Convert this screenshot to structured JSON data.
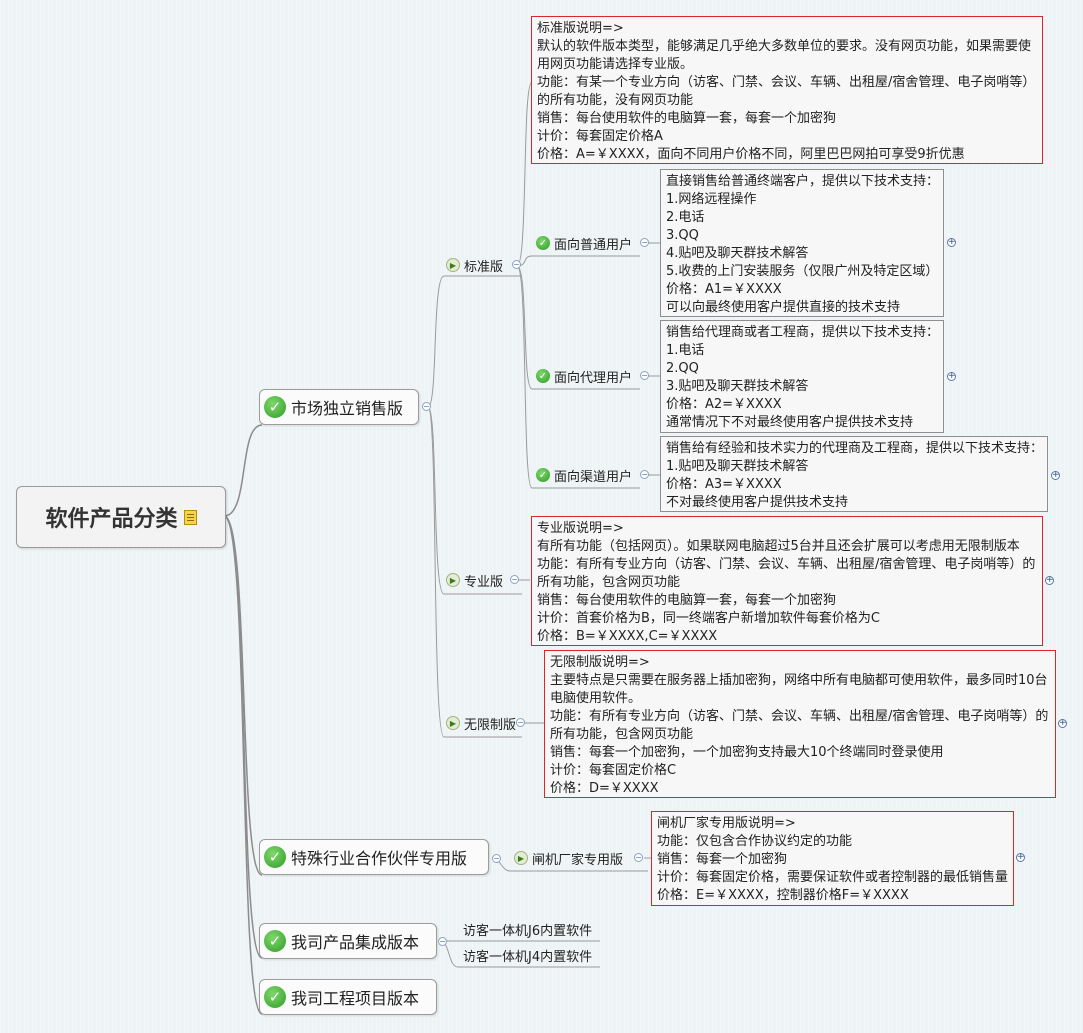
{
  "root": {
    "label": "软件产品分类",
    "icon": "note-icon"
  },
  "branches": [
    {
      "label": "市场独立销售版"
    },
    {
      "label": "特殊行业合作伙伴专用版"
    },
    {
      "label": "我司产品集成版本"
    },
    {
      "label": "我司工程项目版本"
    }
  ],
  "market": {
    "standard": {
      "label": "标准版",
      "note": [
        "标准版说明=>",
        "默认的软件版本类型，能够满足几乎绝大多数单位的要求。没有网页功能，如果需要使",
        "用网页功能请选择专业版。",
        "功能：有某一个专业方向（访客、门禁、会议、车辆、出租屋/宿舍管理、电子岗哨等）",
        "的所有功能，没有网页功能",
        "销售：每台使用软件的电脑算一套，每套一个加密狗",
        "计价：每套固定价格A",
        "价格：A=￥XXXX，面向不同用户价格不同，阿里巴巴网拍可享受9折优惠"
      ],
      "children": [
        {
          "label": "面向普通用户",
          "lines": [
            "直接销售给普通终端客户，提供以下技术支持：",
            "1.网络远程操作",
            "2.电话",
            "3.QQ",
            "4.贴吧及聊天群技术解答",
            "5.收费的上门安装服务（仅限广州及特定区域）",
            "价格：A1=￥XXXX",
            "可以向最终使用客户提供直接的技术支持"
          ]
        },
        {
          "label": "面向代理用户",
          "lines": [
            "销售给代理商或者工程商，提供以下技术支持：",
            "1.电话",
            "2.QQ",
            "3.贴吧及聊天群技术解答",
            "价格：A2=￥XXXX",
            "通常情况下不对最终使用客户提供技术支持"
          ]
        },
        {
          "label": "面向渠道用户",
          "lines": [
            "销售给有经验和技术实力的代理商及工程商，提供以下技术支持：",
            "1.贴吧及聊天群技术解答",
            "价格：A3=￥XXXX",
            "不对最终使用客户提供技术支持"
          ]
        }
      ]
    },
    "pro": {
      "label": "专业版",
      "note": [
        "专业版说明=>",
        "有所有功能（包括网页）。如果联网电脑超过5台并且还会扩展可以考虑用无限制版本",
        "功能：有所有专业方向（访客、门禁、会议、车辆、出租屋/宿舍管理、电子岗哨等）的",
        "所有功能，包含网页功能",
        "销售：每台使用软件的电脑算一套，每套一个加密狗",
        "计价：首套价格为B，同一终端客户新增加软件每套价格为C",
        "价格：B=￥XXXX,C=￥XXXX"
      ]
    },
    "unlimited": {
      "label": "无限制版",
      "note": [
        "无限制版说明=>",
        "主要特点是只需要在服务器上插加密狗，网络中所有电脑都可使用软件，最多同时10台",
        "电脑使用软件。",
        "功能：有所有专业方向（访客、门禁、会议、车辆、出租屋/宿舍管理、电子岗哨等）的",
        "所有功能，包含网页功能",
        "销售：每套一个加密狗，一个加密狗支持最大10个终端同时登录使用",
        "计价：每套固定价格C",
        "价格：D=￥XXXX"
      ]
    }
  },
  "partner": {
    "label": "闸机厂家专用版",
    "note": [
      "闸机厂家专用版说明=>",
      "功能：仅包含合作协议约定的功能",
      "销售：每套一个加密狗",
      "计价：每套固定价格，需要保证软件或者控制器的最低销售量",
      "价格：E=￥XXXX，控制器价格F=￥XXXX"
    ]
  },
  "integration": {
    "items": [
      "访客一体机J6内置软件",
      "访客一体机J4内置软件"
    ]
  },
  "icons": {
    "check": "check-icon",
    "arrow": "arrow-icon",
    "collapse": "collapse-icon",
    "expand": "expand-icon"
  },
  "colors": {
    "note_border": "#d9272e",
    "box_border": "#8e8e8e",
    "check": "#2f9b27",
    "line": "#8c8c8c"
  }
}
